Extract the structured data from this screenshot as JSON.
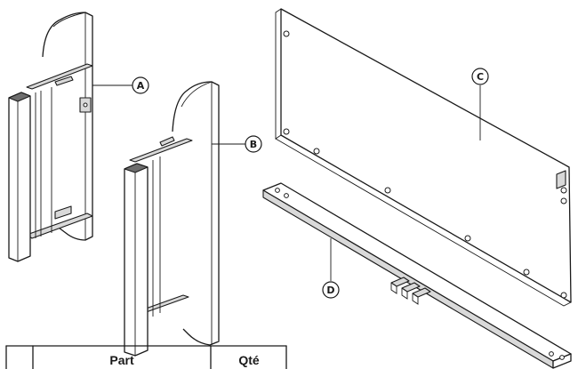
{
  "callouts": {
    "a": "A",
    "b": "B",
    "c": "C",
    "d": "D"
  },
  "table": {
    "headers": [
      "",
      "Part",
      "Qté"
    ]
  }
}
